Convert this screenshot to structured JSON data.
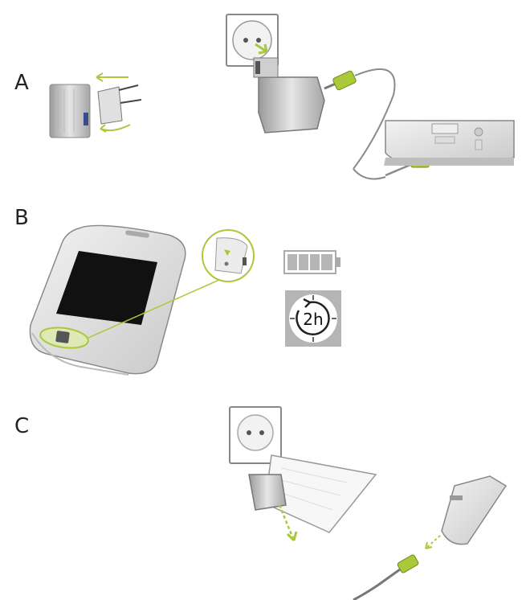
{
  "steps": {
    "a": {
      "letter": "A"
    },
    "b": {
      "letter": "B",
      "charge_time": "2h"
    },
    "c": {
      "letter": "C"
    }
  },
  "icons": [
    "wall-socket-icon",
    "charger-plug-icon",
    "usb-cable-icon",
    "charging-base-icon",
    "phone-icon",
    "battery-full-icon",
    "clock-icon"
  ],
  "colors": {
    "accent_green": "#a9c93a",
    "device_gray": "#d9d9d9",
    "outline": "#8a8a8a",
    "icon_gray": "#b5b5b5"
  }
}
